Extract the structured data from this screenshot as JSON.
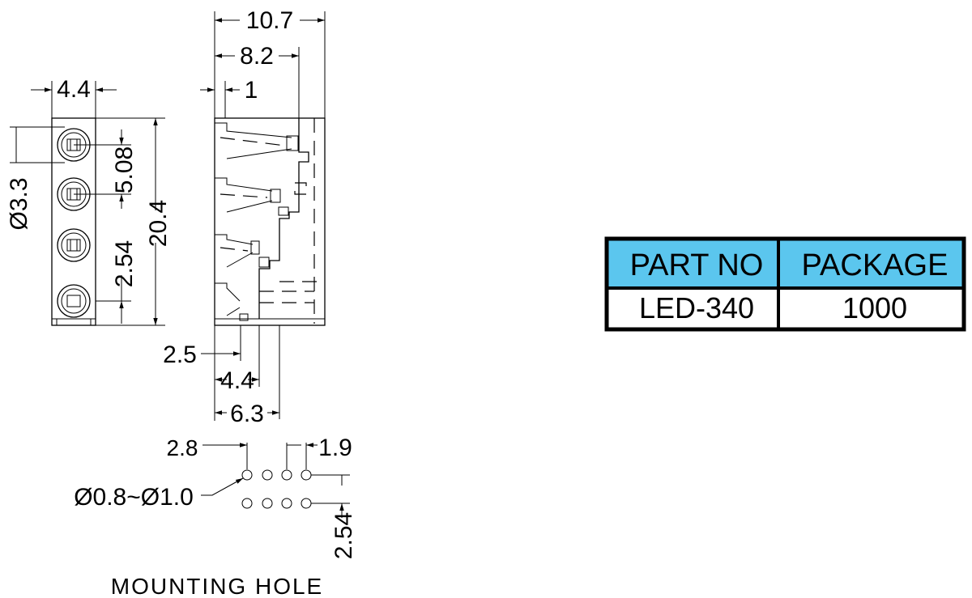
{
  "dimensions": {
    "width_total": "10.7",
    "width_body": "8.2",
    "offset_top": "1",
    "front_width": "4.4",
    "lens_diameter": "Ø3.3",
    "pitch_top": "5.08",
    "height_total": "20.4",
    "pitch_bottom": "2.54",
    "lead_offset": "2.5",
    "lead_span_a": "4.4",
    "lead_span_b": "6.3",
    "hole_offset": "2.8",
    "hole_spacing": "1.9",
    "hole_diameter": "Ø0.8~Ø1.0",
    "hole_pitch": "2.54"
  },
  "caption": "MOUNTING HOLE",
  "table": {
    "headers": [
      "PART NO",
      "PACKAGE"
    ],
    "rows": [
      [
        "LED-340",
        "1000"
      ]
    ],
    "header_color": "#5bc6ee",
    "border_color": "#000000"
  }
}
